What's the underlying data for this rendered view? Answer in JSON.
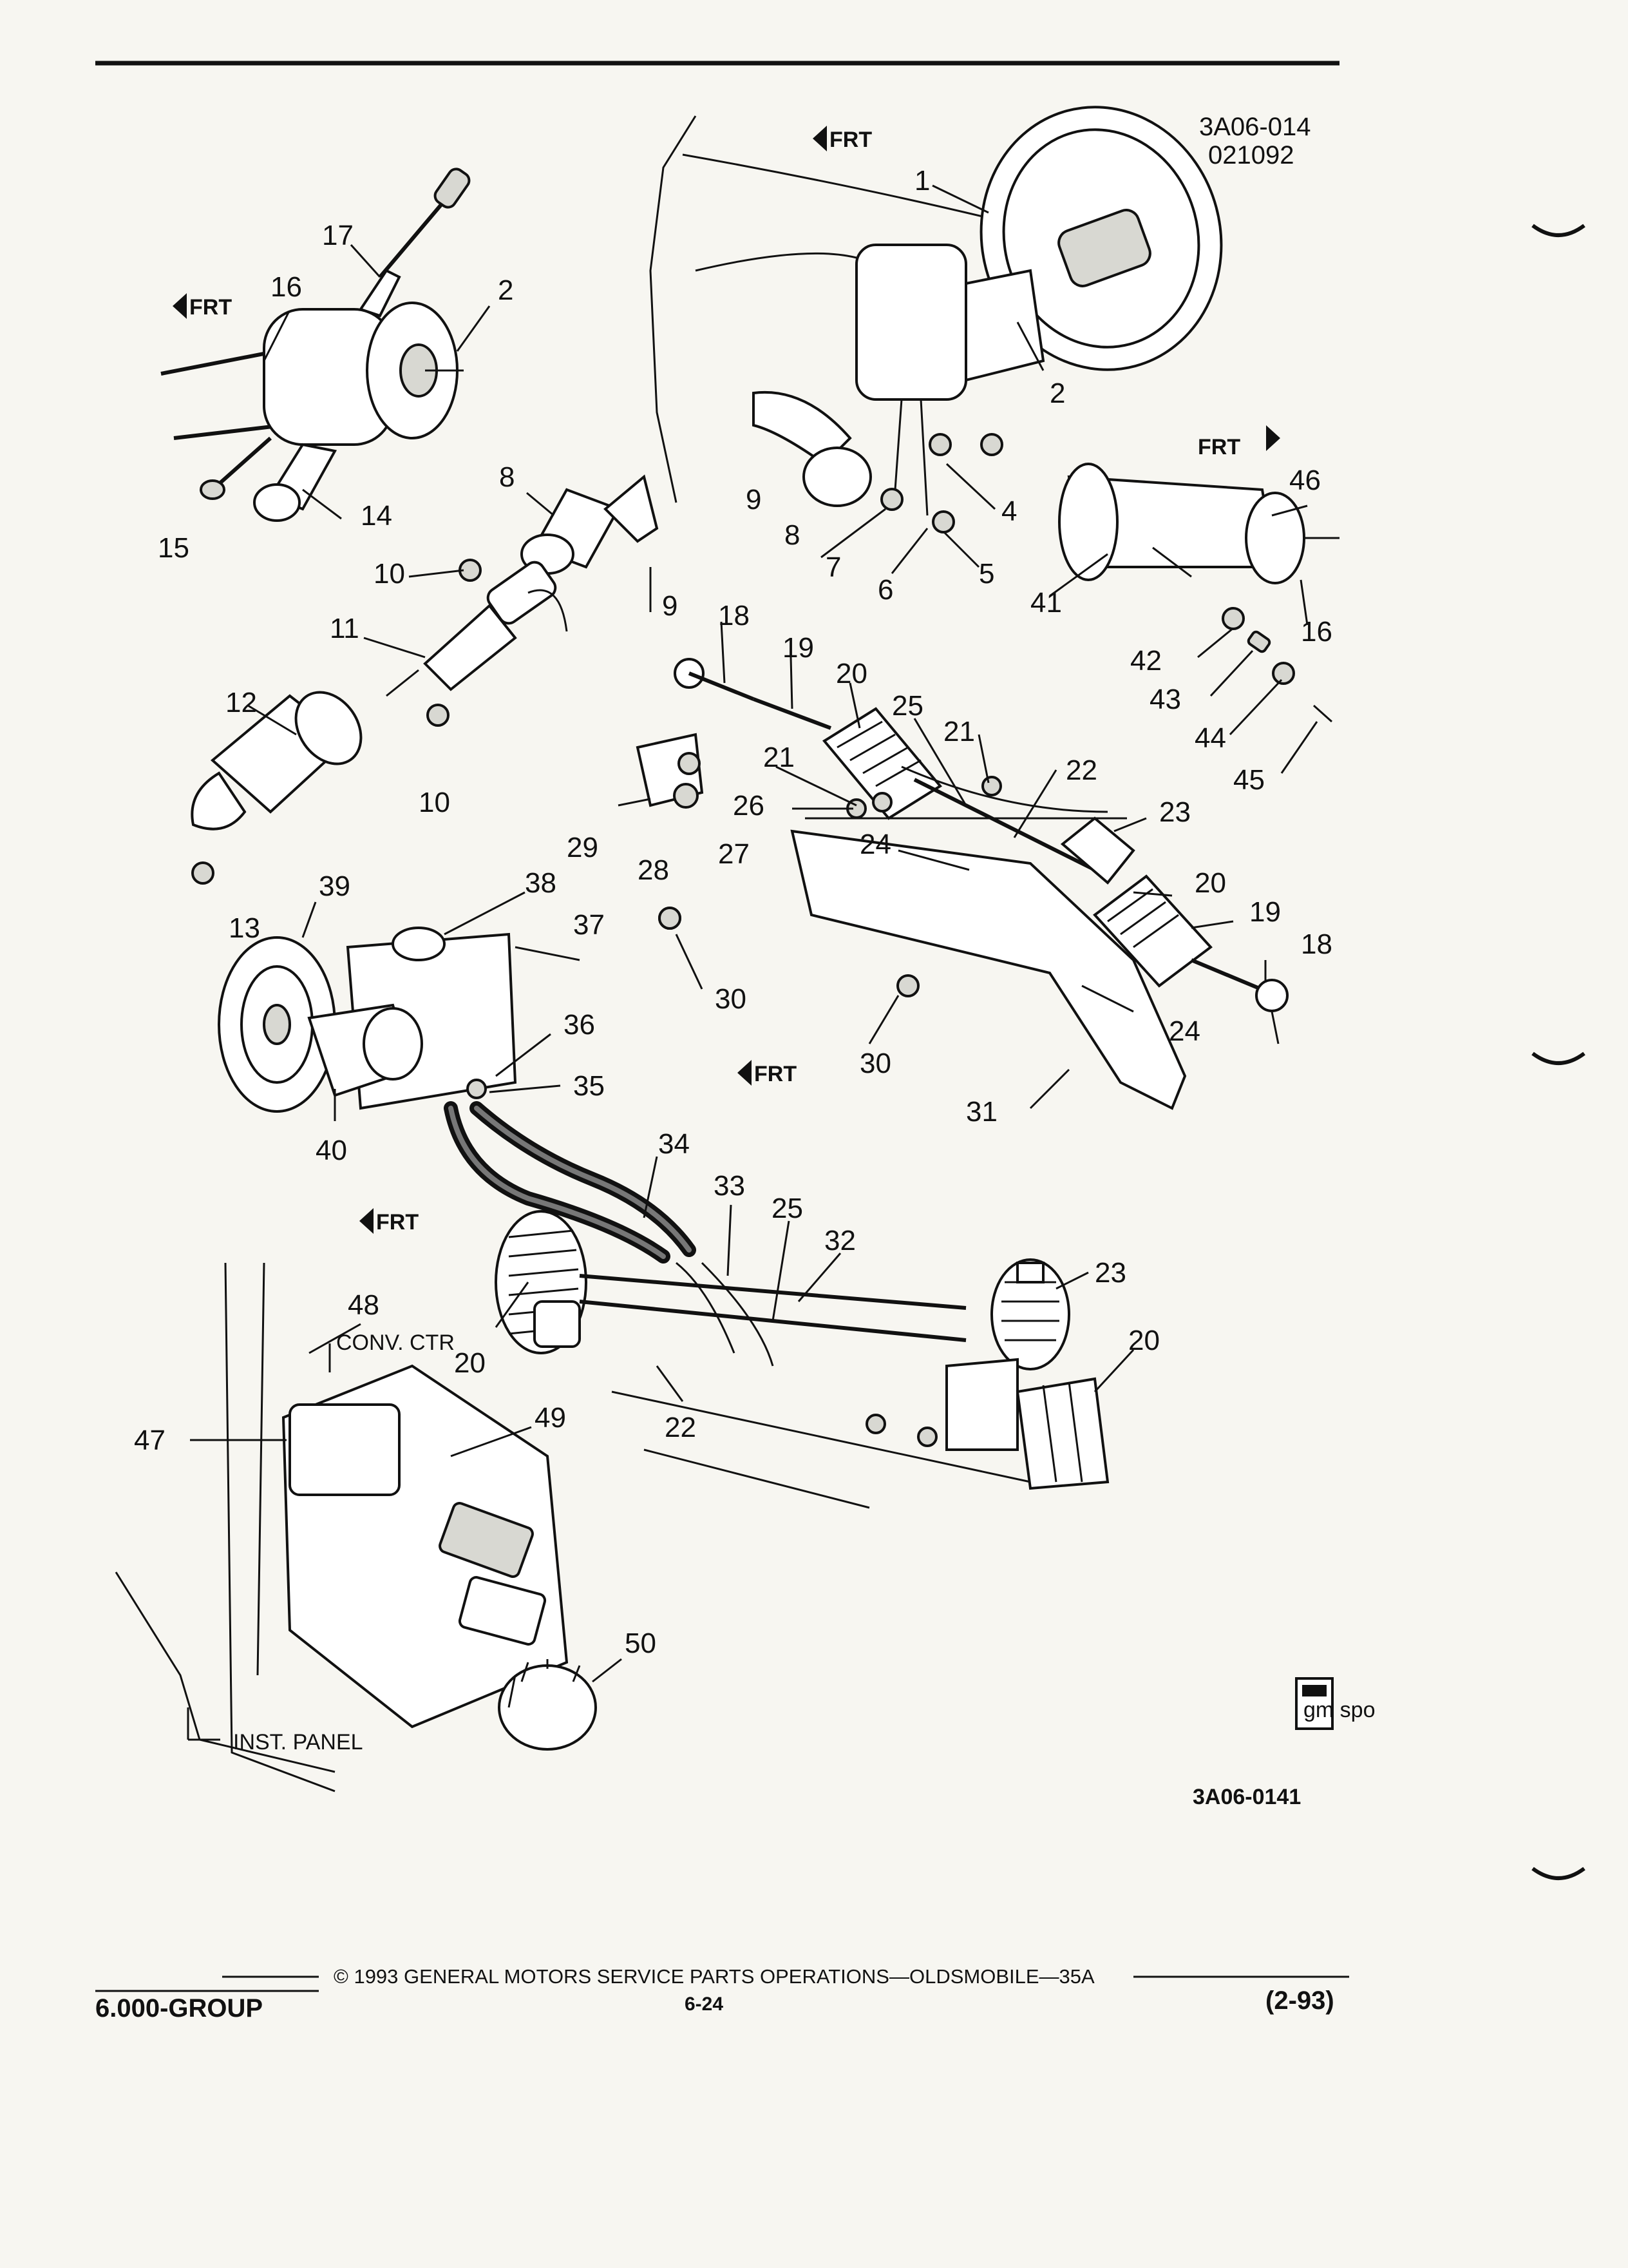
{
  "header": {
    "illustration_code": "3A06-014",
    "illustration_date": "021092",
    "figure_code": "3A06-0141"
  },
  "callouts": [
    "1",
    "2",
    "2",
    "4",
    "5",
    "6",
    "7",
    "8",
    "8",
    "9",
    "9",
    "10",
    "10",
    "11",
    "12",
    "13",
    "14",
    "15",
    "16",
    "16",
    "17",
    "18",
    "18",
    "19",
    "19",
    "20",
    "20",
    "20",
    "20",
    "21",
    "21",
    "22",
    "22",
    "23",
    "23",
    "24",
    "24",
    "25",
    "25",
    "26",
    "27",
    "28",
    "29",
    "30",
    "30",
    "31",
    "32",
    "33",
    "34",
    "35",
    "36",
    "37",
    "38",
    "39",
    "40",
    "41",
    "42",
    "43",
    "44",
    "45",
    "46",
    "47",
    "48",
    "49",
    "50"
  ],
  "direction_marks": [
    "FRT",
    "FRT",
    "FRT",
    "FRT",
    "FRT"
  ],
  "captions": {
    "conv_ctr": "CONV. CTR",
    "inst_panel": "INST. PANEL"
  },
  "logo_text": "gm spo",
  "footer": {
    "copyright": "© 1993 GENERAL MOTORS SERVICE PARTS OPERATIONS—OLDSMOBILE—35A",
    "group": "6.000-GROUP",
    "page": "6-24",
    "date": "(2-93)"
  }
}
